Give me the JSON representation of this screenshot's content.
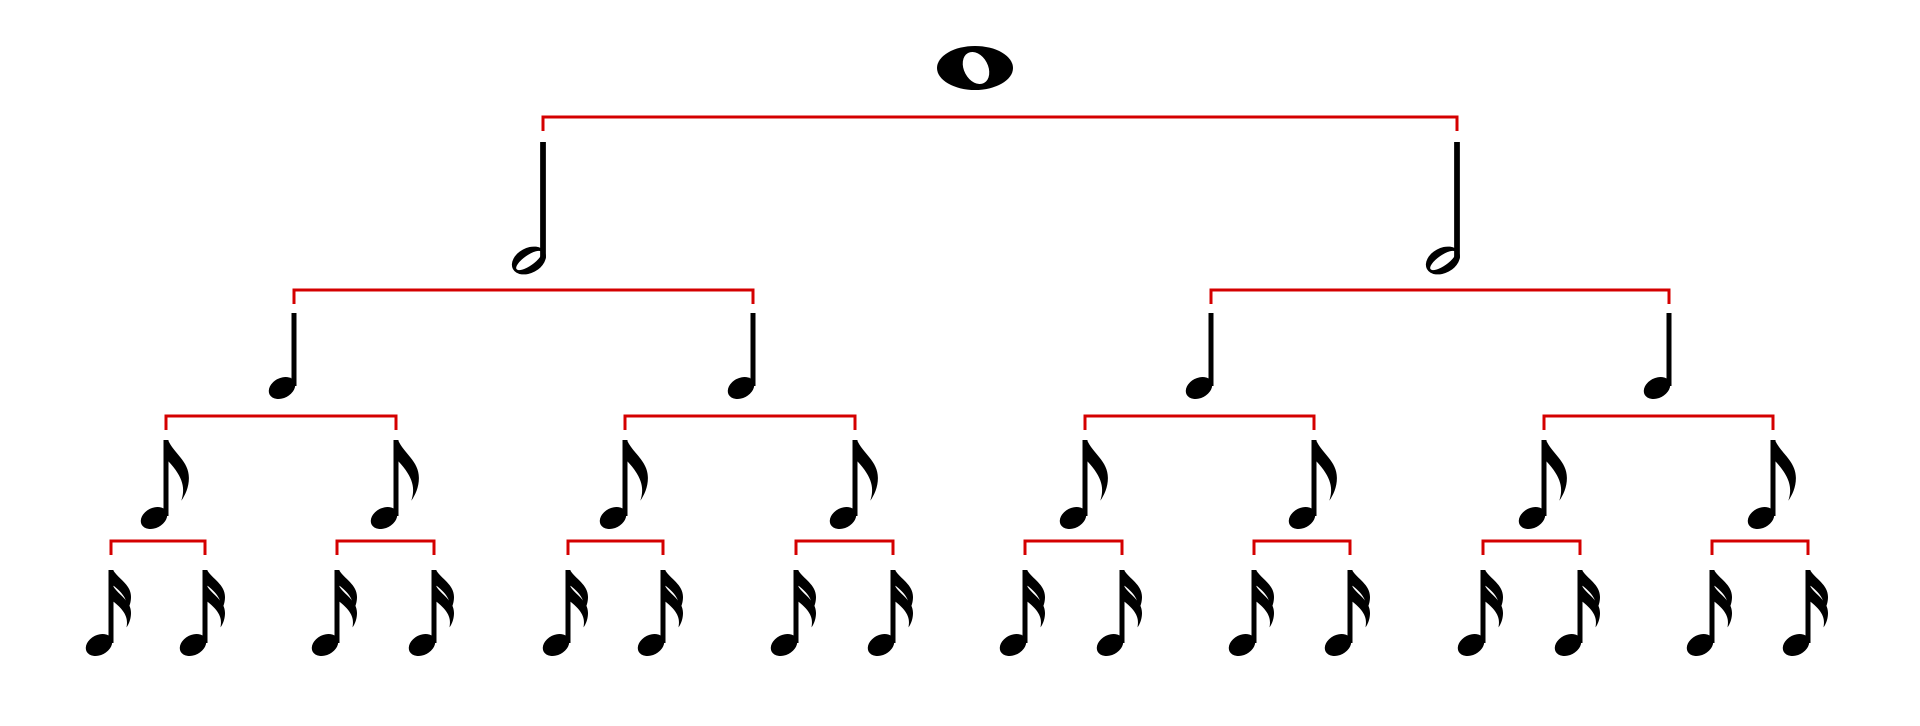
{
  "diagram": {
    "type": "note-value-tree",
    "colors": {
      "background": "#ffffff",
      "notes": "#000000",
      "brackets": "#d40000"
    },
    "levels": [
      {
        "note": "whole",
        "icon": "whole-note-icon",
        "count": 1
      },
      {
        "note": "half",
        "icon": "half-note-icon",
        "count": 2
      },
      {
        "note": "quarter",
        "icon": "quarter-note-icon",
        "count": 4
      },
      {
        "note": "eighth",
        "icon": "eighth-note-icon",
        "count": 8
      },
      {
        "note": "sixteenth",
        "icon": "sixteenth-note-icon",
        "count": 16
      }
    ]
  }
}
